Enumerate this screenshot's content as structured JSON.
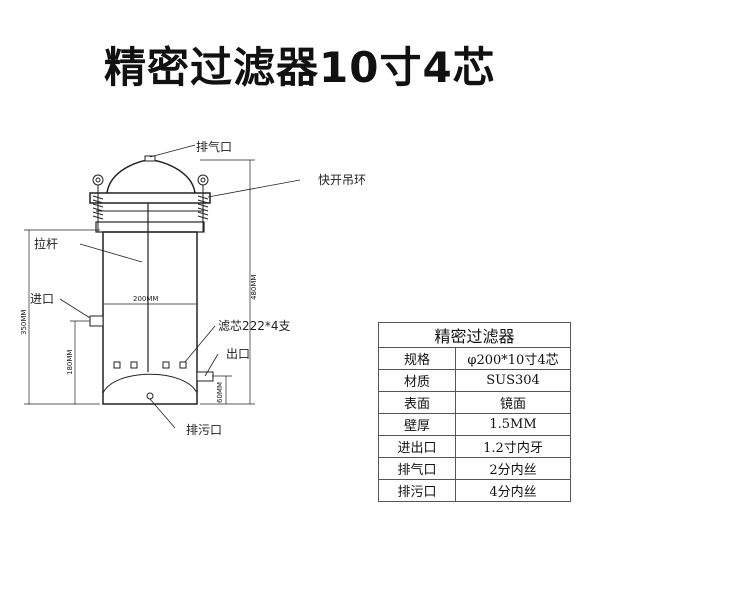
{
  "title": "精密过滤器10寸4芯",
  "drawing": {
    "labels": {
      "vent": "排气口",
      "lifting_ring": "快开吊环",
      "pull_rod": "拉杆",
      "inlet": "进口",
      "cartridge": "滤芯222*4支",
      "outlet": "出口",
      "drain": "排污口"
    },
    "dimensions": {
      "width": "200MM",
      "total_height": "480MM",
      "body_height": "350MM",
      "inlet_height": "180MM",
      "outlet_height": "60MM"
    }
  },
  "spec_table": {
    "header": "精密过滤器",
    "rows": [
      {
        "key": "规格",
        "value": "φ200*10寸4芯"
      },
      {
        "key": "材质",
        "value": "SUS304"
      },
      {
        "key": "表面",
        "value": "镜面"
      },
      {
        "key": "壁厚",
        "value": "1.5MM"
      },
      {
        "key": "进出口",
        "value": "1.2寸内牙"
      },
      {
        "key": "排气口",
        "value": "2分内丝"
      },
      {
        "key": "排污口",
        "value": "4分内丝"
      }
    ]
  }
}
